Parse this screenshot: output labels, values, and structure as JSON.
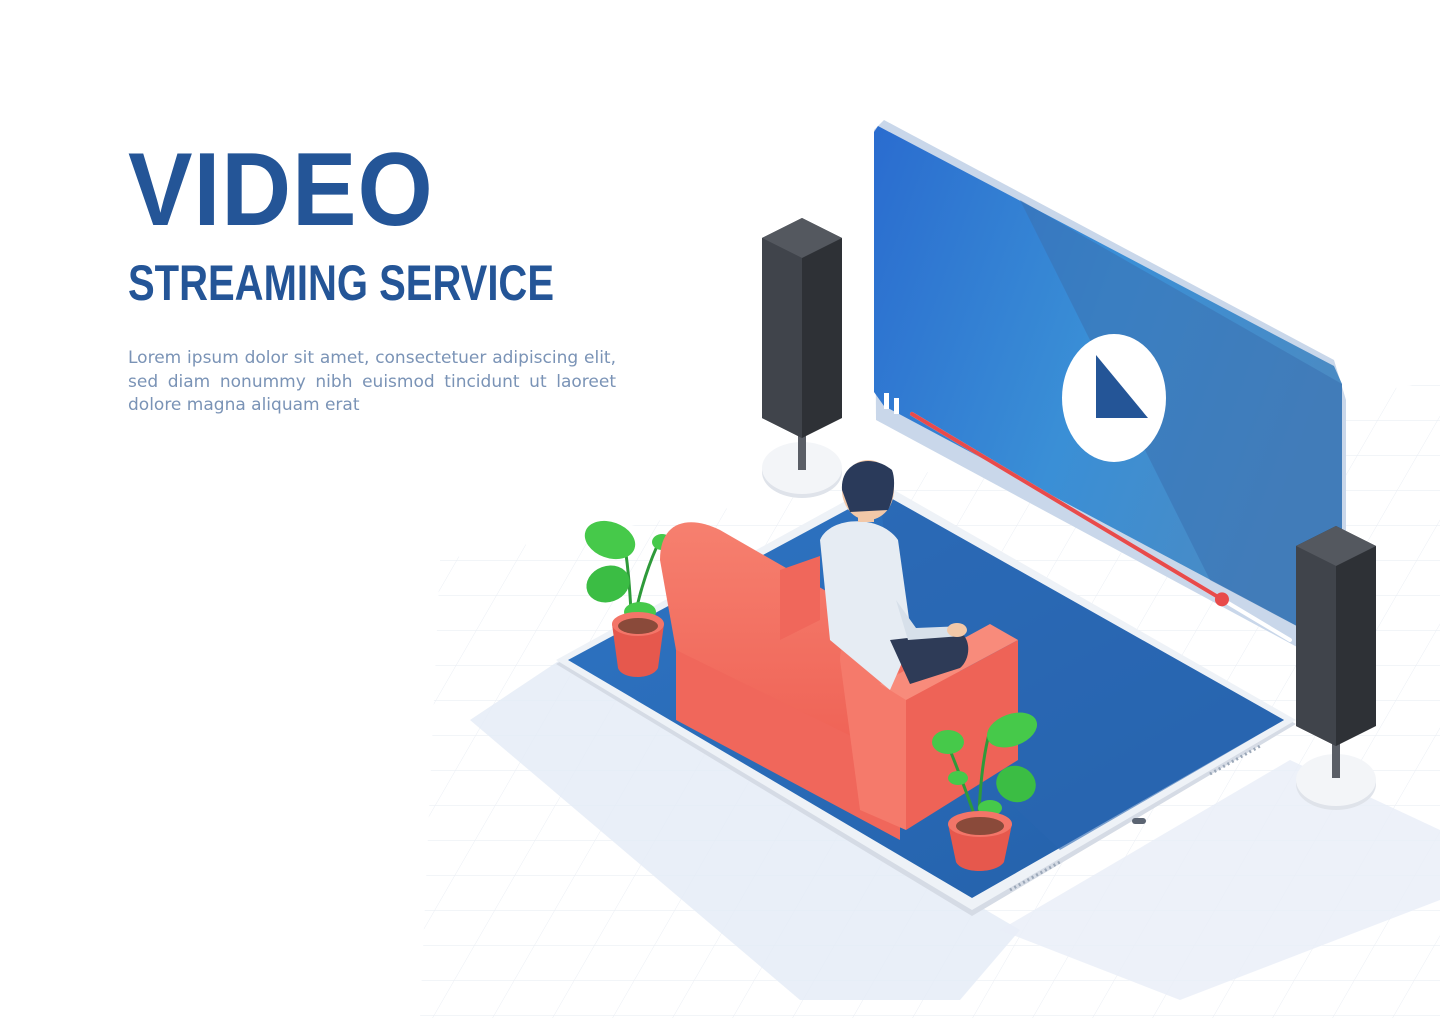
{
  "hero": {
    "title": "VIDEO",
    "subtitle": "STREAMING SERVICE",
    "body": "Lorem ipsum dolor sit amet, consectetuer adipiscing elit, sed diam nonummy nibh euismod tincidunt ut laoreet dolore magna aliquam erat"
  },
  "video_player": {
    "play_icon": "play-icon",
    "pause_icon": "pause-icon",
    "progress": 0.82
  },
  "colors": {
    "title": "#245597",
    "body_text": "#7a93b6",
    "screen_blue": "#2d6fc1",
    "sofa": "#f26e5f",
    "plant": "#46c94a",
    "speaker": "#3a3d42",
    "progress_bar": "#e84b4b"
  }
}
